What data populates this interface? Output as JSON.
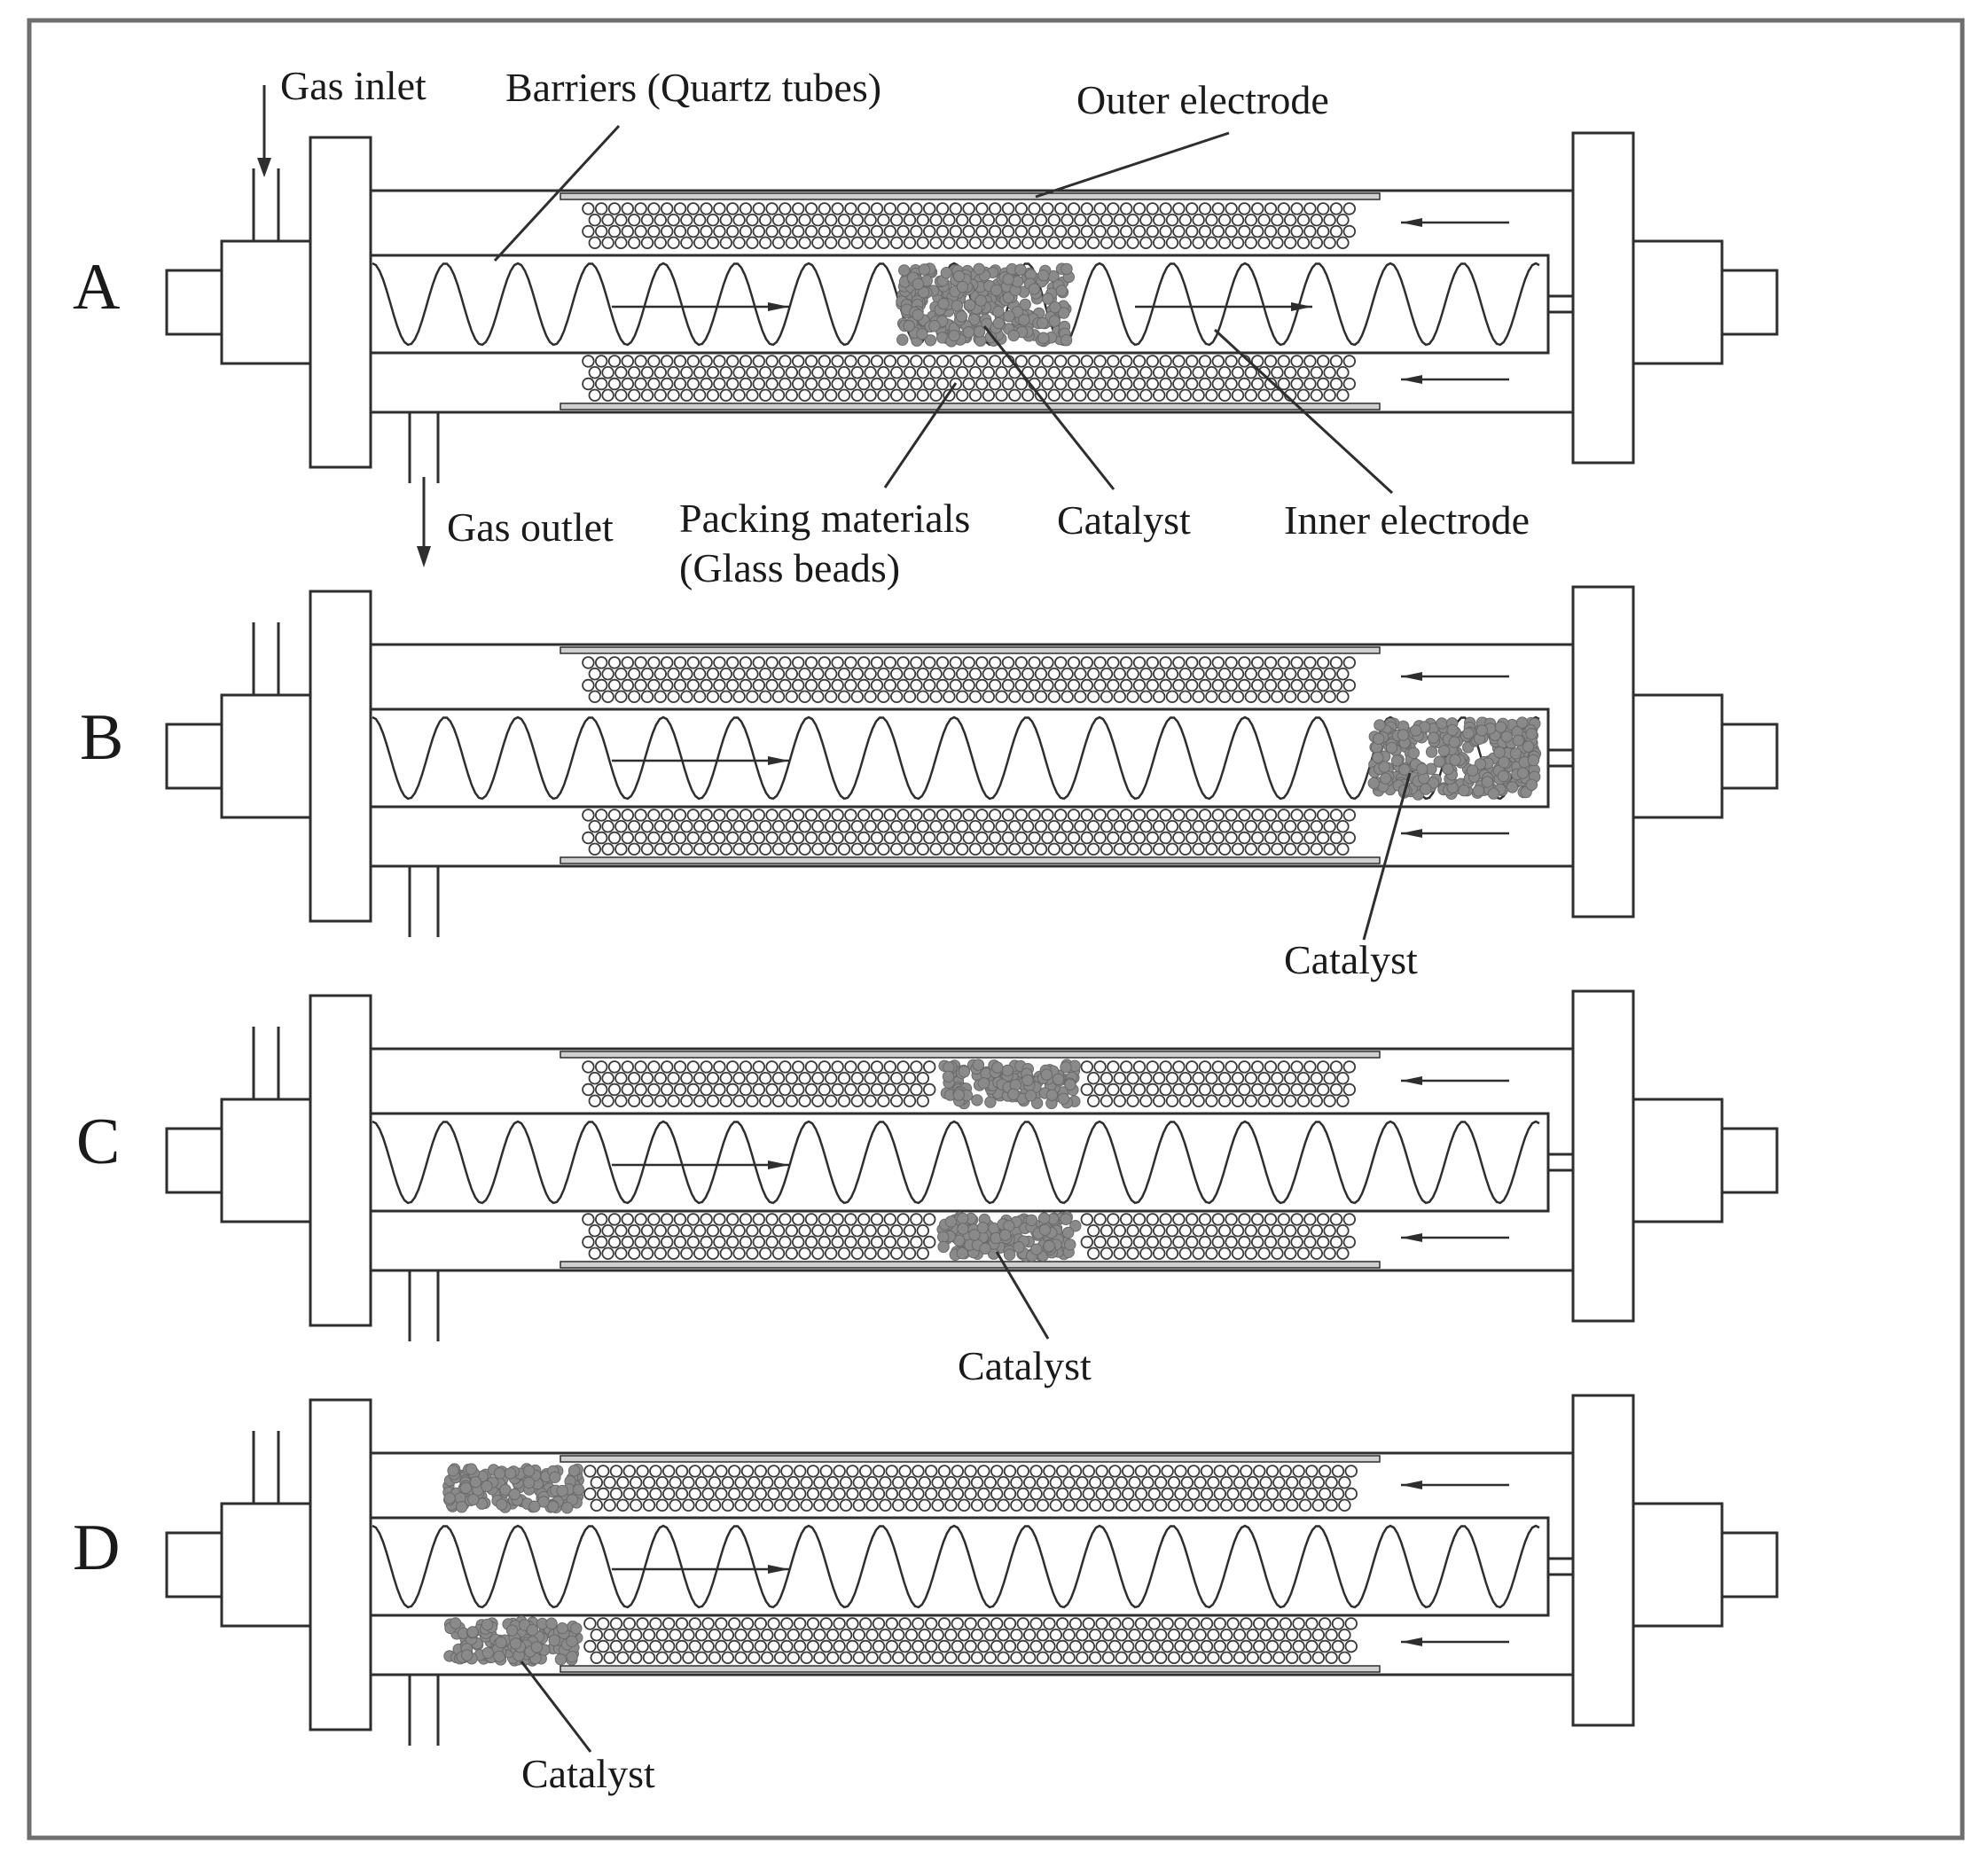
{
  "labels": {
    "gas_inlet": "Gas inlet",
    "barriers": "Barriers (Quartz tubes)",
    "outer_electrode": "Outer electrode",
    "gas_outlet": "Gas outlet",
    "packing_line1": "Packing materials",
    "packing_line2": "(Glass beads)",
    "catalyst": "Catalyst",
    "inner_electrode": "Inner electrode"
  },
  "panels": [
    {
      "letter": "A",
      "catalyst_label": "Catalyst"
    },
    {
      "letter": "B",
      "catalyst_label": "Catalyst"
    },
    {
      "letter": "C",
      "catalyst_label": "Catalyst"
    },
    {
      "letter": "D",
      "catalyst_label": "Catalyst"
    }
  ],
  "colors": {
    "line": "#2e2e2e",
    "frame": "#6e6e6e",
    "catalyst": "#8a8a8a",
    "bead": "#3a3a3a"
  }
}
